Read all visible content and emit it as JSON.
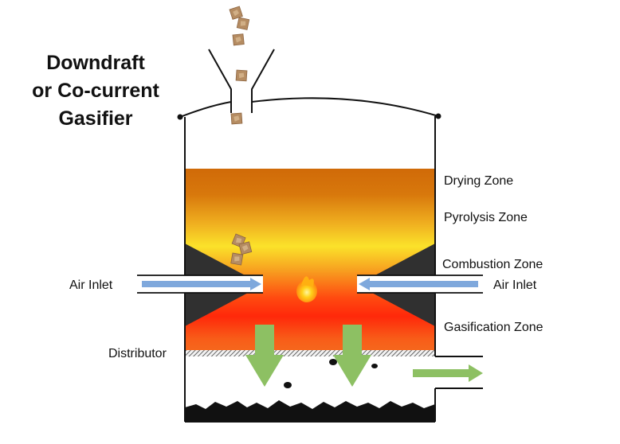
{
  "title": {
    "line1": "Downdraft",
    "line2": "or Co-current",
    "line3": "Gasifier"
  },
  "zones": {
    "drying": "Drying Zone",
    "pyrolysis": "Pyrolysis Zone",
    "combustion": "Combustion Zone",
    "gasification": "Gasification Zone"
  },
  "labels": {
    "air_inlet_left": "Air Inlet",
    "air_inlet_right": "Air Inlet",
    "distributor": "Distributor"
  },
  "colors": {
    "drying": "#d4700a",
    "pyrolysis": "#f5d820",
    "combustion": "#ff2a0a",
    "gasification": "#f56018",
    "air_arrow": "#7fa8dc",
    "gas_arrow": "#8dc063",
    "throat": "#303030",
    "biomass": "#b08860"
  }
}
